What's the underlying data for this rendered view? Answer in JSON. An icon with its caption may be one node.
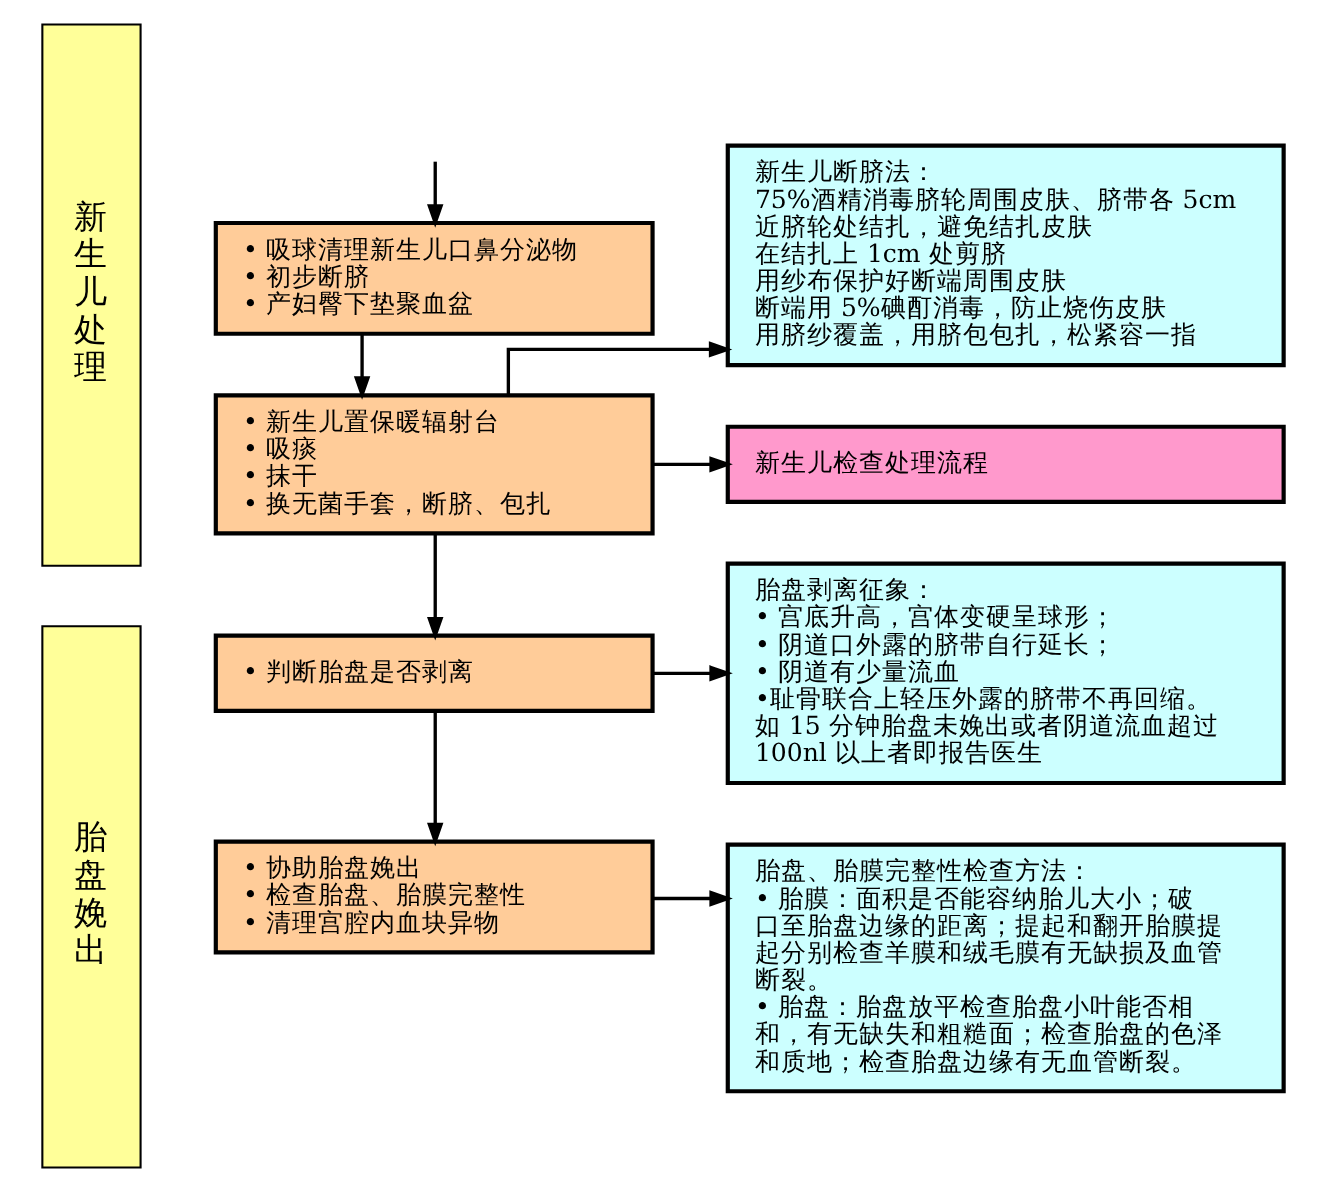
{
  "diagram": {
    "nodes": [
      {
        "text": [
          "新生儿处理"
        ]
      },
      {
        "text": [
          "• 吸球清理新生儿口鼻分泌物",
          "• 初步断脐",
          "• 产妇臀下垫聚血盆"
        ]
      },
      {
        "text": [
          "新生儿断脐法：",
          "75%酒精消毒脐轮周围皮肤、脐带各 5cm",
          "近脐轮处结扎，避免结扎皮肤",
          "在结扎上 1cm 处剪脐",
          "用纱布保护好断端周围皮肤",
          "断端用 5%碘酊消毒，防止烧伤皮肤",
          "用脐纱覆盖，用脐包包扎，松紧容一指"
        ]
      },
      {
        "text": [
          "• 新生儿置保暖辐射台",
          "• 吸痰",
          "• 抹干",
          "• 换无菌手套，断脐、包扎"
        ]
      },
      {
        "text": [
          "新生儿检查处理流程"
        ]
      },
      {
        "text": [
          "胎盘娩出"
        ]
      },
      {
        "text": [
          "• 判断胎盘是否剥离"
        ]
      },
      {
        "text": [
          "胎盘剥离征象：",
          "• 宫底升高，宫体变硬呈球形；",
          "• 阴道口外露的脐带自行延长；",
          "• 阴道有少量流血",
          "•耻骨联合上轻压外露的脐带不再回缩。",
          "如 15 分钟胎盘未娩出或者阴道流血超过100nl 以上者即报告医生"
        ]
      },
      {
        "text": [
          "• 协助胎盘娩出",
          "• 检查胎盘、胎膜完整性",
          "• 清理宫腔内血块异物"
        ]
      },
      {
        "text": [
          "胎盘、胎膜完整性检查方法：",
          "• 胎膜：面积是否能容纳胎儿大小；破口至胎盘边缘的距离；提起和翻开胎膜提起分别检查羊膜和绒毛膜有无缺损及血管断裂。",
          "• 胎盘：胎盘放平检查胎盘小叶能否相和，有无缺失和粗糙面；检查胎盘的色泽和质地；检查胎盘边缘有无血管断裂。"
        ]
      }
    ],
    "edges": [
      {
        "from": null,
        "to": 1,
        "arrow": "to"
      },
      {
        "from": 1,
        "to": 3,
        "arrow": "to"
      },
      {
        "from": 3,
        "to": 2,
        "arrow": "to"
      },
      {
        "from": 3,
        "to": 4,
        "arrow": "to"
      },
      {
        "from": 3,
        "to": 6,
        "arrow": "to"
      },
      {
        "from": 6,
        "to": 7,
        "arrow": "to"
      },
      {
        "from": 6,
        "to": 8,
        "arrow": "to"
      },
      {
        "from": 8,
        "to": 9,
        "arrow": "to"
      }
    ]
  }
}
